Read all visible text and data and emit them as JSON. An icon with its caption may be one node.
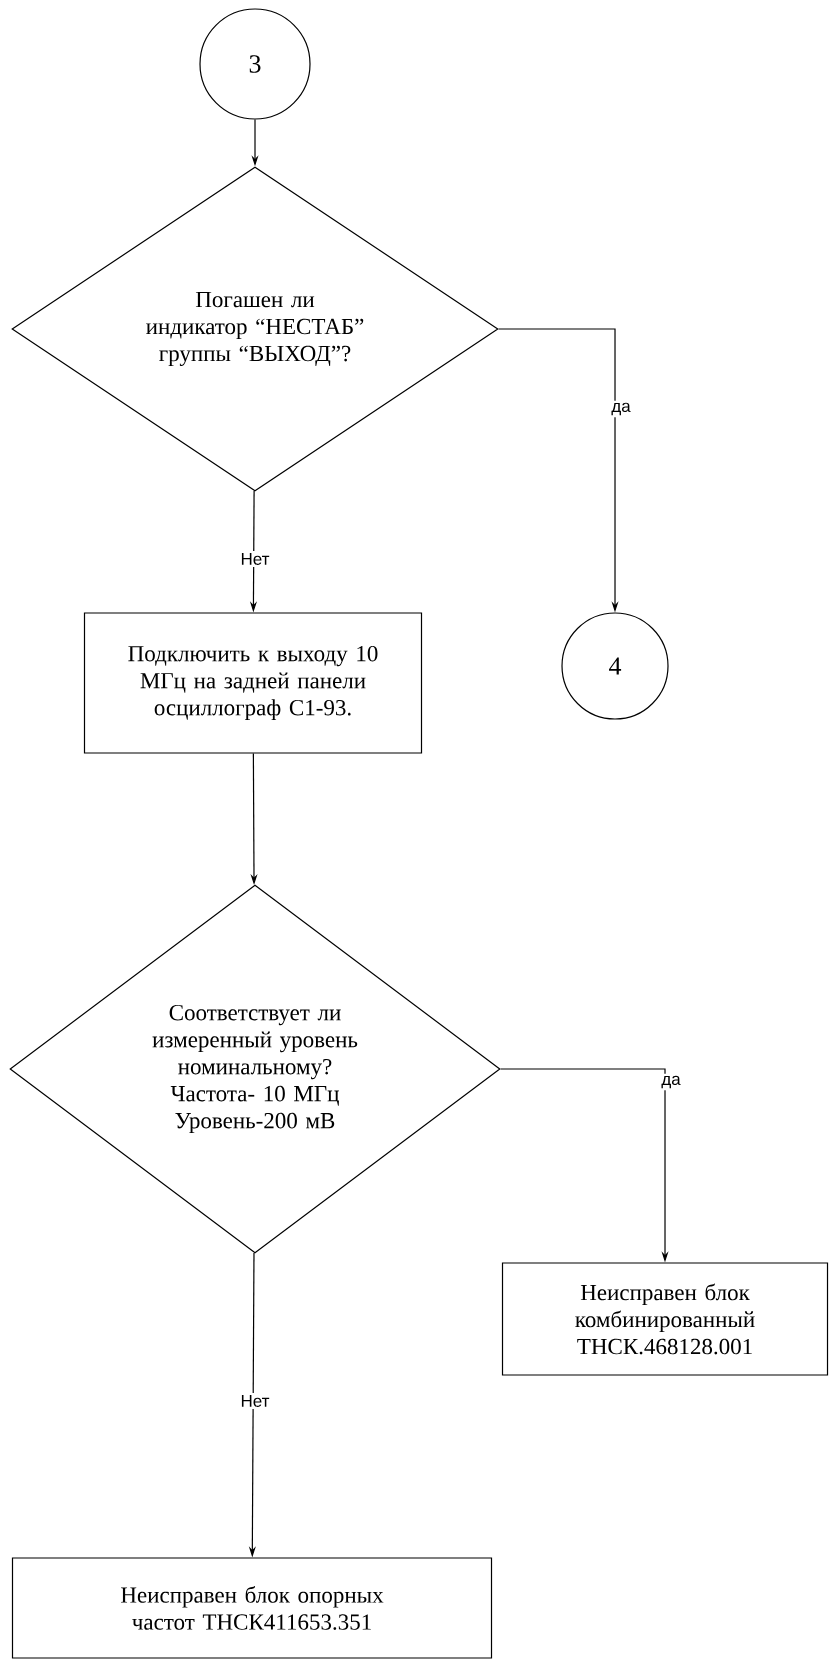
{
  "diagram": {
    "nodes": [
      {
        "text": [
          "3"
        ]
      },
      {
        "text": [
          "Погашен ли индикатор “НЕСТАБ” группы “ВЫХОД”?"
        ]
      },
      {
        "text": [
          "4"
        ]
      },
      {
        "text": [
          "Подключить к выходу 10 МГц на задней панели осциллограф С1-93."
        ]
      },
      {
        "text": [
          "Соответствует ли измеренный уровень номинальному? Частота- 10 МГц Уровень-200 мВ"
        ]
      },
      {
        "text": [
          "Неисправен блок комбинированный ТНСК.468128.001"
        ]
      },
      {
        "text": [
          "Неисправен блок опорных частот ТНСК411653.351"
        ]
      }
    ],
    "edges": [
      {
        "from": 0,
        "to": 1,
        "arrow": "to"
      },
      {
        "from": 1,
        "to": 2,
        "arrow": "to",
        "label": "да"
      },
      {
        "from": 1,
        "to": 3,
        "arrow": "to",
        "label": "Нет"
      },
      {
        "from": 3,
        "to": 4,
        "arrow": "to"
      },
      {
        "from": 4,
        "to": 5,
        "arrow": "to",
        "label": "да"
      },
      {
        "from": 4,
        "to": 6,
        "arrow": "to",
        "label": "Нет"
      }
    ]
  }
}
